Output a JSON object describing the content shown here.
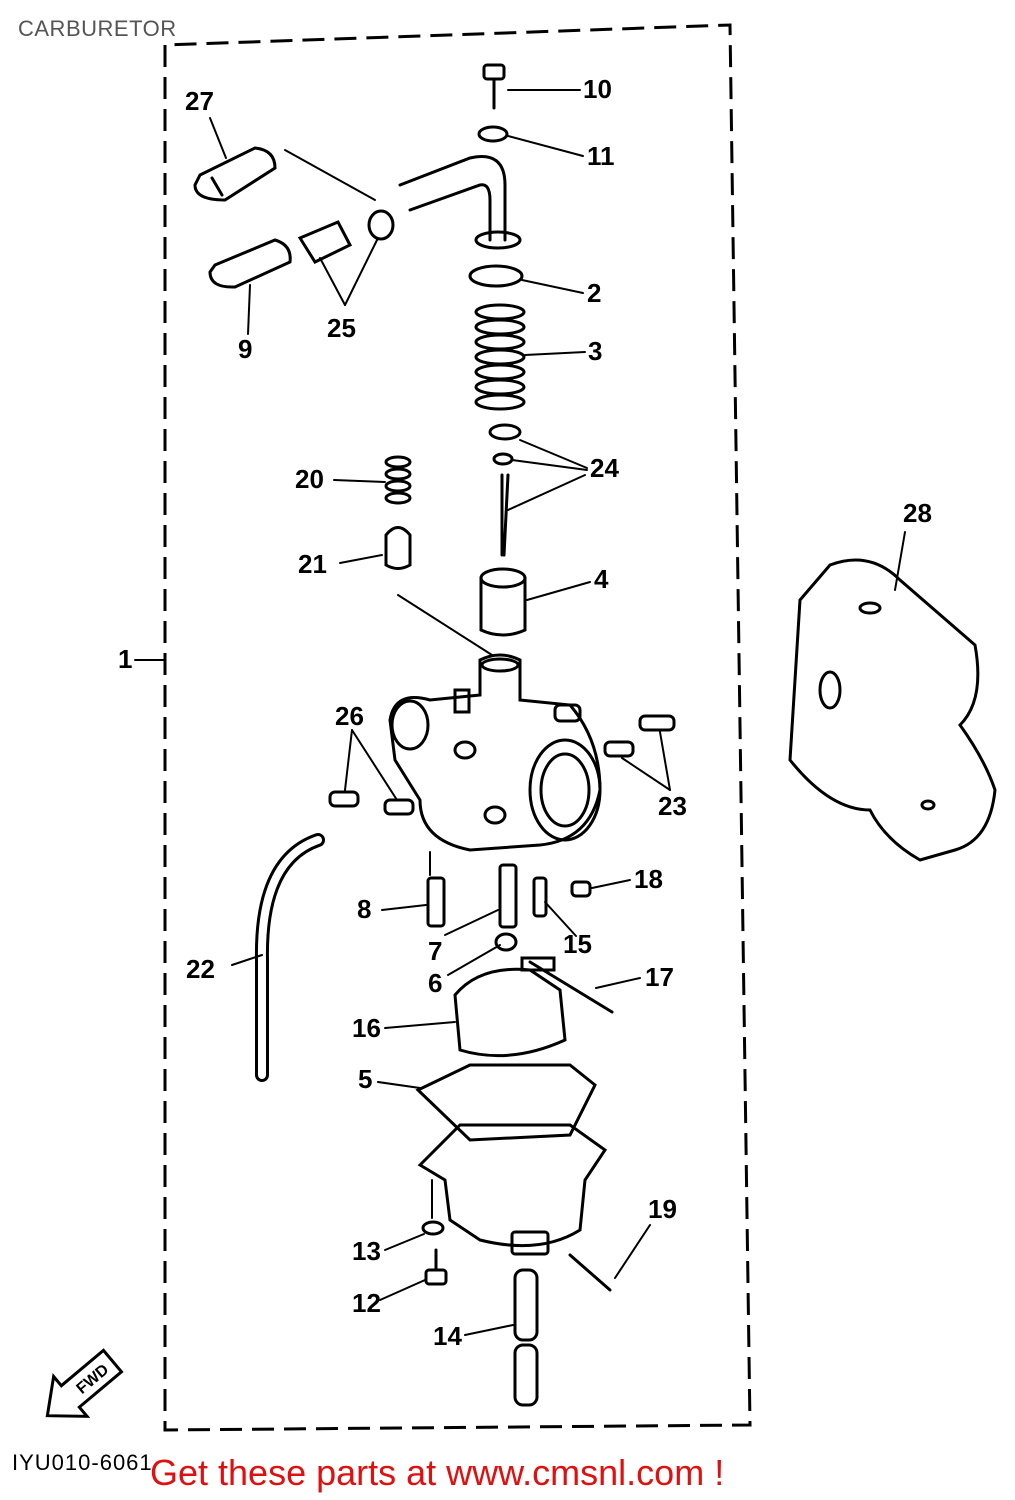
{
  "header": {
    "title": "CARBURETOR"
  },
  "callouts": {
    "c1": "1",
    "c2": "2",
    "c3": "3",
    "c4": "4",
    "c5": "5",
    "c6": "6",
    "c7": "7",
    "c8": "8",
    "c9": "9",
    "c10": "10",
    "c11": "11",
    "c12": "12",
    "c13": "13",
    "c14": "14",
    "c15": "15",
    "c16": "16",
    "c17": "17",
    "c18": "18",
    "c19": "19",
    "c20": "20",
    "c21": "21",
    "c22": "22",
    "c23": "23",
    "c24": "24",
    "c25": "25",
    "c26": "26",
    "c27": "27",
    "c28": "28"
  },
  "direction_arrow": {
    "label": "FWD",
    "icon": "fwd-arrow-icon"
  },
  "footer": {
    "diagram_code": "IYU010-6061",
    "promo_text": "Get these parts at www.cmsnl.com !",
    "promo_color": "#e01010"
  }
}
